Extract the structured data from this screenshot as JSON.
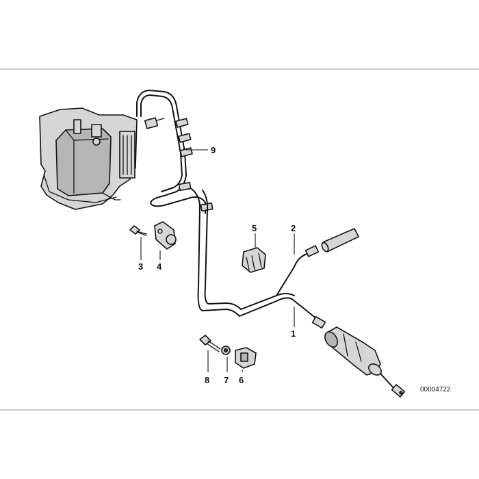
{
  "callouts": {
    "c1": "1",
    "c2": "2",
    "c3": "3",
    "c4": "4",
    "c5": "5",
    "c6": "6",
    "c7": "7",
    "c8": "8",
    "c9": "9"
  },
  "document_number": "00004722"
}
